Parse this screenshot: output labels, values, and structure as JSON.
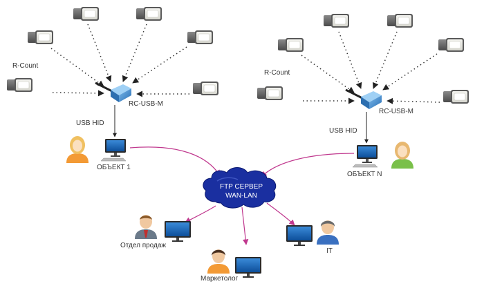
{
  "left_site": {
    "sensor_label": "R-Count",
    "receiver_label": "RC-USB-M",
    "link_label": "USB HID",
    "object_label": "ОБЪЕКТ 1"
  },
  "right_site": {
    "sensor_label": "R-Count",
    "receiver_label": "RC-USB-M",
    "link_label": "USB HID",
    "object_label": "ОБЪЕКТ N"
  },
  "server": {
    "line1": "FTP СЕРВЕР",
    "line2": "WAN-LAN"
  },
  "recipients": {
    "sales": "Отдел продаж",
    "marketing": "Маркетолог",
    "it": "IT"
  },
  "colors": {
    "network_link": "#c0388e",
    "cloud": "#1a2fa0",
    "receiver": "#4a90d0",
    "dotted_signal": "#333333"
  },
  "icons": {
    "sensor": "counter-sensor-icon",
    "receiver": "usb-receiver-icon",
    "computer": "desktop-computer-icon",
    "person": "person-icon",
    "cloud": "cloud-icon",
    "monitor": "monitor-icon"
  }
}
